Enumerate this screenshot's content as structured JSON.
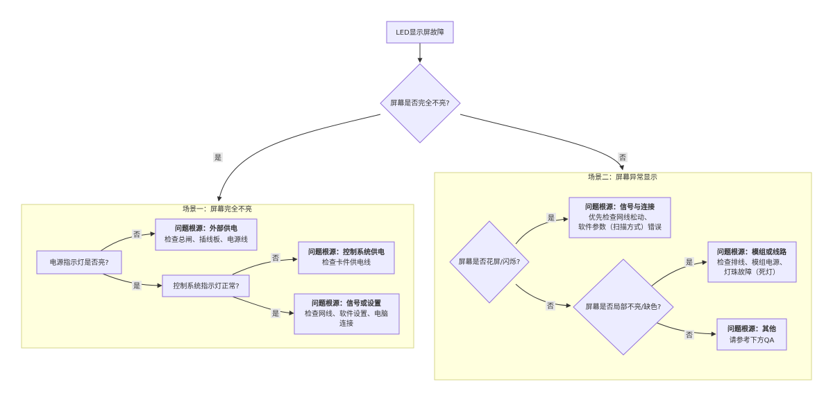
{
  "start": {
    "label": "LED显示屏故障"
  },
  "decision_main": {
    "label": "屏幕是否完全不亮?"
  },
  "edge_main_yes": "是",
  "edge_main_no": "否",
  "scenario1": {
    "title": "场景一：屏幕完全不亮",
    "power_check": "电源指示灯是否亮?",
    "edge_power_no": "否",
    "edge_power_yes": "是",
    "external_power": {
      "title": "问题根源：外部供电",
      "desc": "检查总闸、插线板、电源线"
    },
    "control_check": "控制系统指示灯正常?",
    "edge_control_no": "否",
    "edge_control_yes": "是",
    "control_power": {
      "title": "问题根源：控制系统供电",
      "desc": "检查卡件供电线"
    },
    "signal_setting": {
      "title": "问题根源：信号或设置",
      "desc1": "检查网线、软件设置、电脑",
      "desc2": "连接"
    }
  },
  "scenario2": {
    "title": "场景二：屏幕异常显示",
    "flicker_check": "屏幕是否花屏/闪烁?",
    "edge_flicker_yes": "是",
    "edge_flicker_no": "否",
    "signal_connect": {
      "title": "问题根源：信号与连接",
      "desc1": "优先检查网线松动、",
      "desc2": "软件参数（扫描方式）错误"
    },
    "partial_check": "屏幕是否局部不亮/缺色?",
    "edge_partial_yes": "是",
    "edge_partial_no": "否",
    "module_circuit": {
      "title": "问题根源：模组或线路",
      "desc1": "检查排线、模组电源、",
      "desc2": "灯珠故障（死灯）"
    },
    "other": {
      "title": "问题根源：其他",
      "desc": "请参考下方QA"
    }
  }
}
